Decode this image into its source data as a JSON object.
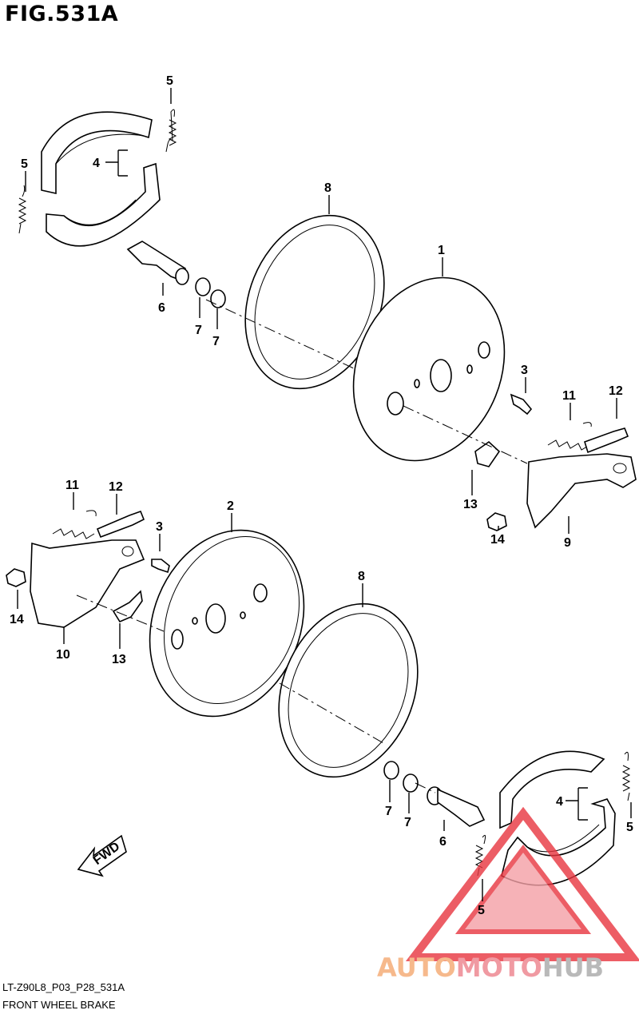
{
  "figure": {
    "title": "FIG.531A",
    "code": "LT-Z90L8_P03_P28_531A",
    "name": "FRONT WHEEL BRAKE"
  },
  "direction_badge": "FWD",
  "watermark": {
    "part1": "AUTO",
    "part2": "MOTO",
    "part3": "HUB"
  },
  "callouts": [
    {
      "id": "c5a",
      "number": "5"
    },
    {
      "id": "c5b",
      "number": "5"
    },
    {
      "id": "c4a",
      "number": "4"
    },
    {
      "id": "c8a",
      "number": "8"
    },
    {
      "id": "c1",
      "number": "1"
    },
    {
      "id": "c6a",
      "number": "6"
    },
    {
      "id": "c7a",
      "number": "7"
    },
    {
      "id": "c7b",
      "number": "7"
    },
    {
      "id": "c3a",
      "number": "3"
    },
    {
      "id": "c11a",
      "number": "11"
    },
    {
      "id": "c12a",
      "number": "12"
    },
    {
      "id": "c13a",
      "number": "13"
    },
    {
      "id": "c14a",
      "number": "14"
    },
    {
      "id": "c9",
      "number": "9"
    },
    {
      "id": "c11b",
      "number": "11"
    },
    {
      "id": "c12b",
      "number": "12"
    },
    {
      "id": "c2",
      "number": "2"
    },
    {
      "id": "c3b",
      "number": "3"
    },
    {
      "id": "c14b",
      "number": "14"
    },
    {
      "id": "c10",
      "number": "10"
    },
    {
      "id": "c13b",
      "number": "13"
    },
    {
      "id": "c8b",
      "number": "8"
    },
    {
      "id": "c4b",
      "number": "4"
    },
    {
      "id": "c5c",
      "number": "5"
    },
    {
      "id": "c7c",
      "number": "7"
    },
    {
      "id": "c7d",
      "number": "7"
    },
    {
      "id": "c6b",
      "number": "6"
    },
    {
      "id": "c5d",
      "number": "5"
    }
  ],
  "colors": {
    "watermark_triangle": "#e8353f",
    "watermark_orange": "#f6b98c",
    "watermark_grey": "#b9b9b9"
  }
}
